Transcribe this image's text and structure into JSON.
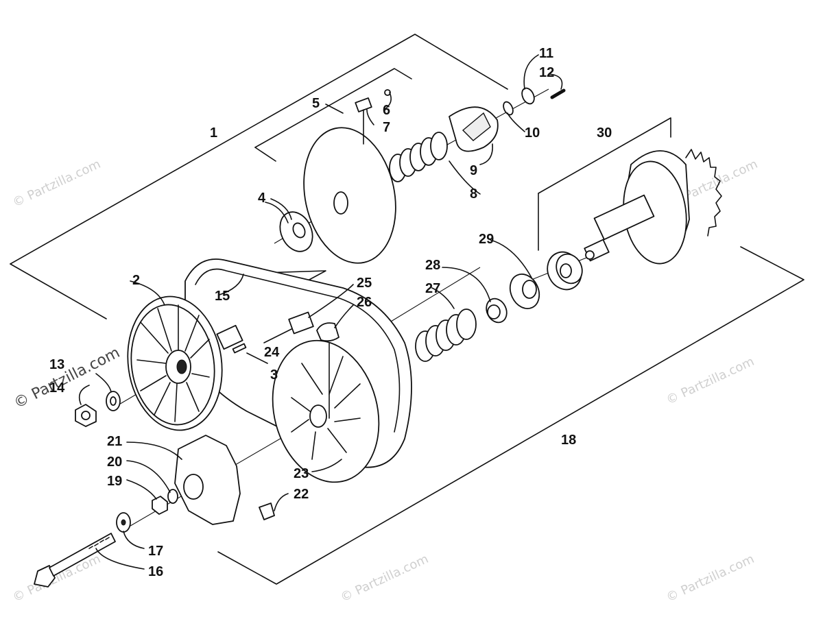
{
  "diagram": {
    "callouts": [
      {
        "id": "c1",
        "text": "1"
      },
      {
        "id": "c2",
        "text": "2"
      },
      {
        "id": "c3",
        "text": "3"
      },
      {
        "id": "c4",
        "text": "4"
      },
      {
        "id": "c5",
        "text": "5"
      },
      {
        "id": "c6",
        "text": "6"
      },
      {
        "id": "c7",
        "text": "7"
      },
      {
        "id": "c8",
        "text": "8"
      },
      {
        "id": "c9",
        "text": "9"
      },
      {
        "id": "c10",
        "text": "10"
      },
      {
        "id": "c11",
        "text": "11"
      },
      {
        "id": "c12",
        "text": "12"
      },
      {
        "id": "c13",
        "text": "13"
      },
      {
        "id": "c14",
        "text": "14"
      },
      {
        "id": "c15",
        "text": "15"
      },
      {
        "id": "c16",
        "text": "16"
      },
      {
        "id": "c17",
        "text": "17"
      },
      {
        "id": "c18",
        "text": "18"
      },
      {
        "id": "c19",
        "text": "19"
      },
      {
        "id": "c20",
        "text": "20"
      },
      {
        "id": "c21",
        "text": "21"
      },
      {
        "id": "c22",
        "text": "22"
      },
      {
        "id": "c23",
        "text": "23"
      },
      {
        "id": "c24",
        "text": "24"
      },
      {
        "id": "c25",
        "text": "25"
      },
      {
        "id": "c26",
        "text": "26"
      },
      {
        "id": "c27",
        "text": "27"
      },
      {
        "id": "c28",
        "text": "28"
      },
      {
        "id": "c29",
        "text": "29"
      },
      {
        "id": "c30",
        "text": "30"
      }
    ],
    "watermark": "© Partzilla.com"
  }
}
